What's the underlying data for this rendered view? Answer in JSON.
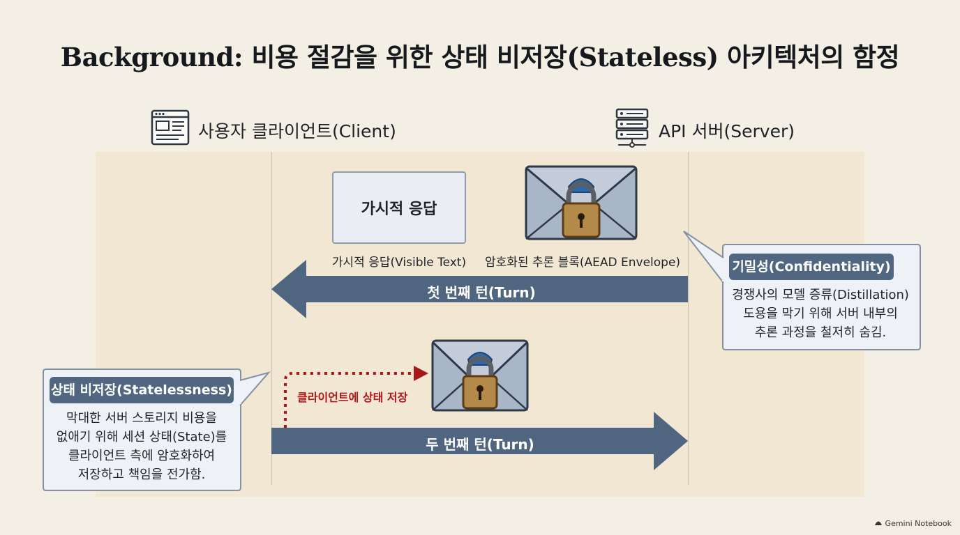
{
  "title": "Background: 비용 절감을 위한 상태 비저장(Stateless) 아키텍처의 함정",
  "actors": {
    "client": {
      "label": "사용자 클라이언트(Client)",
      "icon": "browser-window-icon"
    },
    "server": {
      "label": "API 서버(Server)",
      "icon": "server-stack-icon"
    }
  },
  "first_turn": {
    "visible_box_label": "가시적 응답",
    "visible_caption": "가시적 응답(Visible Text)",
    "envelope_caption": "암호화된 추론 블록(AEAD Envelope)",
    "envelope_icon": "locked-envelope-icon",
    "arrow_label": "첫 번째 턴(Turn)"
  },
  "second_turn": {
    "store_label": "클라이언트에 상태 저장",
    "envelope_icon": "locked-envelope-icon",
    "arrow_label": "두 번째 턴(Turn)"
  },
  "callouts": {
    "confidentiality": {
      "title": "기밀성(Confidentiality)",
      "lines": [
        "경쟁사의 모델 증류(Distillation)",
        "도용을 막기 위해 서버 내부의",
        "추론 과정을 철저히 숨김."
      ]
    },
    "statelessness": {
      "title": "상태 비저장(Statelessness)",
      "lines": [
        "막대한 서버 스토리지 비용을",
        "없애기 위해 세션 상태(State)를",
        "클라이언트 측에 암호화하여",
        "저장하고 책임을 전가함."
      ]
    }
  },
  "watermark": "Gemini Notebook",
  "colors": {
    "arrow": "#4f6580",
    "badge": "#506681",
    "dotted_arrow": "#a8181b",
    "panel": "#f1e7d2",
    "background": "#f3efe4"
  }
}
